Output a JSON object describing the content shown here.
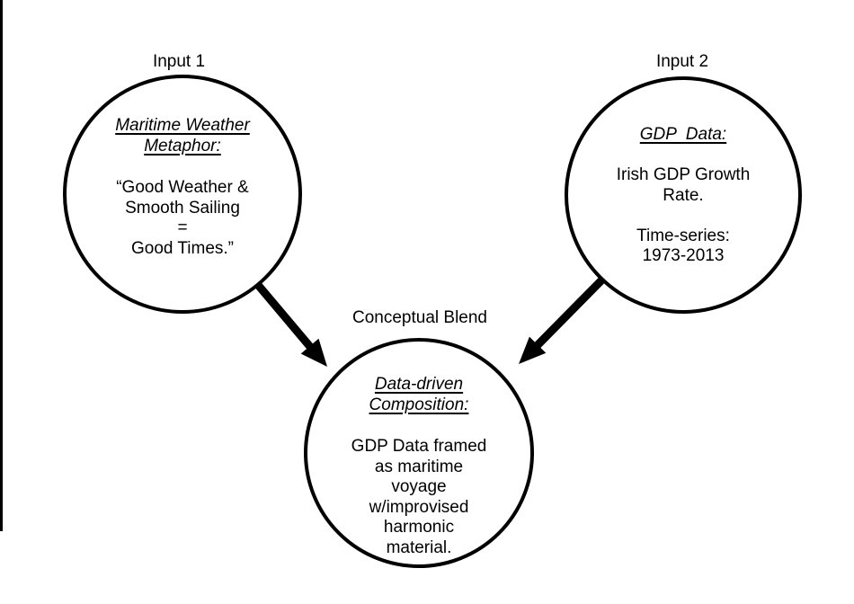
{
  "diagram": {
    "title_note": "conceptual blend diagram",
    "colors": {
      "background": "#ffffff",
      "stroke": "#000000",
      "text": "#000000"
    },
    "nodes": {
      "input1": {
        "label": "Input 1",
        "heading": "Maritime Weather\nMetaphor:",
        "body": "“Good Weather &\nSmooth Sailing\n=\nGood Times.”"
      },
      "input2": {
        "label": "Input 2",
        "heading": "GDP  Data:",
        "body": "Irish GDP Growth\nRate.\n\nTime-series:\n1973-2013"
      },
      "blend": {
        "label": "Conceptual Blend",
        "heading": "Data-driven\nComposition:",
        "body": "GDP Data framed\nas maritime\nvoyage\nw/improvised\nharmonic\nmaterial."
      }
    },
    "arrows": [
      {
        "name": "input1-to-blend",
        "from": "input1",
        "to": "blend"
      },
      {
        "name": "input2-to-blend",
        "from": "input2",
        "to": "blend"
      }
    ]
  }
}
